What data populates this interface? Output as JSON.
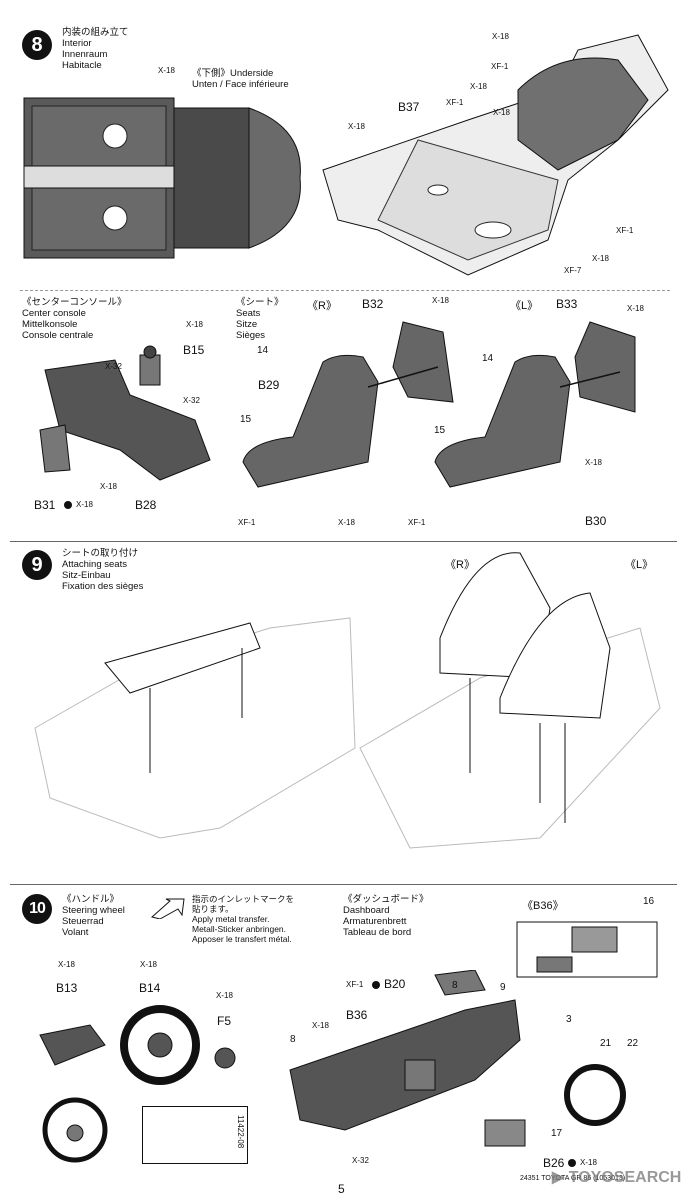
{
  "step8": {
    "number": "8",
    "titles": [
      "内装の組み立て",
      "Interior",
      "Innenraum",
      "Habitacle"
    ],
    "underside": [
      "《下側》Underside",
      "Unten / Face inférieure"
    ],
    "colors": [
      "X-18",
      "X-18",
      "X-18",
      "XF-1",
      "X-18",
      "XF-1",
      "X-18",
      "XF-1",
      "X-18",
      "XF-7"
    ],
    "parts": [
      "B37"
    ],
    "console_titles": [
      "《センターコンソール》",
      "Center console",
      "Mittelkonsole",
      "Console centrale"
    ],
    "console_colors": [
      "X-18",
      "X-32",
      "X-32",
      "X-18",
      "X-18"
    ],
    "console_parts": [
      "B15",
      "B28",
      "B31"
    ],
    "seats_titles": [
      "《シート》",
      "Seats",
      "Sitze",
      "Sièges"
    ],
    "seat_r": "《R》",
    "seat_l": "《L》",
    "seat_parts": [
      "B32",
      "B29",
      "B33",
      "B30"
    ],
    "seat_colors": [
      "X-18",
      "X-18",
      "XF-1",
      "X-18",
      "X-18",
      "XF-1"
    ],
    "seat_markers": [
      "14",
      "15",
      "14",
      "15"
    ]
  },
  "step9": {
    "number": "9",
    "titles": [
      "シートの取り付け",
      "Attaching seats",
      "Sitz-Einbau",
      "Fixation des sièges"
    ],
    "seat_r": "《R》",
    "seat_l": "《L》"
  },
  "step10": {
    "number": "10",
    "steering_titles": [
      "《ハンドル》",
      "Steering wheel",
      "Steuerrad",
      "Volant"
    ],
    "transfer_note": [
      "指示のインレットマークを",
      "貼ります。",
      "Apply metal transfer.",
      "Metall-Sticker anbringen.",
      "Apposer le transfert métal."
    ],
    "steering_colors": [
      "X-18",
      "X-18",
      "X-18"
    ],
    "steering_parts": [
      "B13",
      "B14",
      "F5"
    ],
    "sticker_code": "11422-08",
    "dash_titles": [
      "《ダッシュボード》",
      "Dashboard",
      "Armaturenbrett",
      "Tableau de bord"
    ],
    "b36_label": "《B36》",
    "dash_colors": [
      "XF-1",
      "X-18",
      "X-32",
      "X-18"
    ],
    "dash_parts": [
      "B20",
      "B36",
      "B26"
    ],
    "markers": [
      "16",
      "3",
      "21",
      "22",
      "9",
      "8",
      "17",
      "8"
    ]
  },
  "footer": {
    "page_number": "5",
    "code": "24351 TOYOTA GR 86 (1053013)"
  },
  "watermark": "▶ TOYOSEARCH"
}
